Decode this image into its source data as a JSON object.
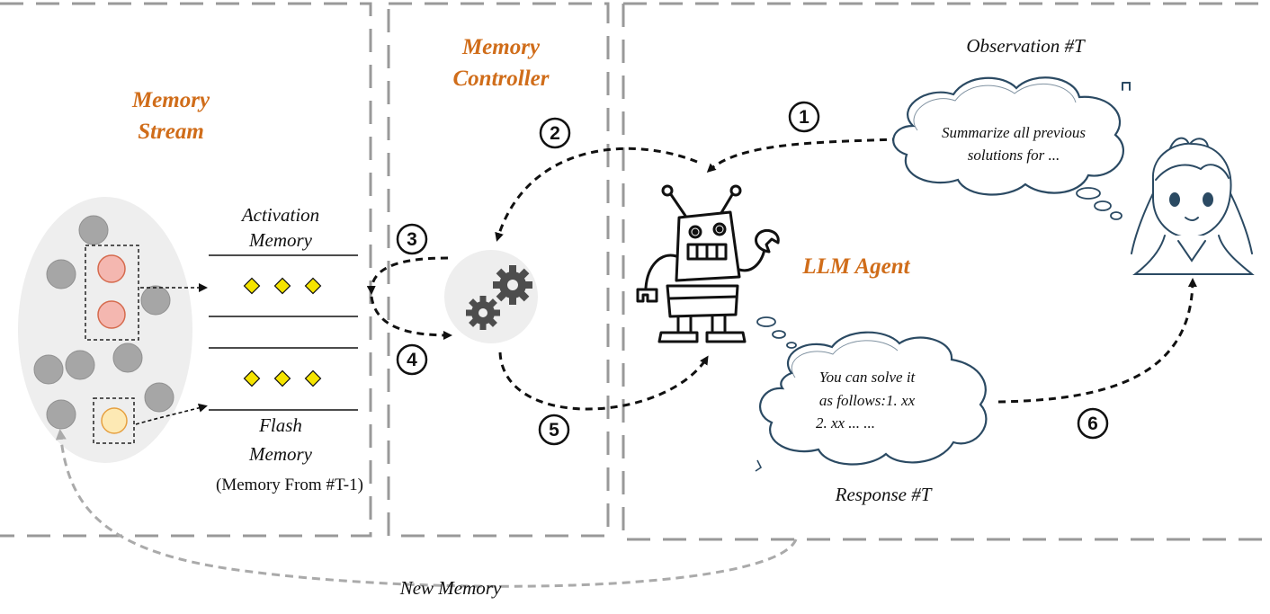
{
  "colors": {
    "accent": "#d06d1a",
    "panel_border": "#999999",
    "node_gray": "#a6a6a6",
    "node_pink": "#f4b7b0",
    "node_yellow": "#fde9b4",
    "diamond": "#f5e400",
    "cloud_stroke": "#2b4a63"
  },
  "memory_stream": {
    "title_line1": "Memory",
    "title_line2": "Stream"
  },
  "activation_memory": {
    "line1": "Activation",
    "line2": "Memory"
  },
  "flash_memory": {
    "line1": "Flash",
    "line2": "Memory",
    "note": "(Memory From #T-1)"
  },
  "memory_controller": {
    "title_line1": "Memory",
    "title_line2": "Controller",
    "icon": "gears-icon"
  },
  "agent": {
    "label": "LLM Agent",
    "icon": "robot-icon"
  },
  "user": {
    "icon": "girl-avatar-icon"
  },
  "observation": {
    "label": "Observation #T",
    "text_line1": "Summarize all previous",
    "text_line2": "solutions for ..."
  },
  "response": {
    "label": "Response #T",
    "text_line1": "You can solve it",
    "text_line2": "as follows:1. xx",
    "text_line3": "2. xx ... ..."
  },
  "steps": [
    "1",
    "2",
    "3",
    "4",
    "5",
    "6"
  ],
  "new_memory": "New Memory"
}
